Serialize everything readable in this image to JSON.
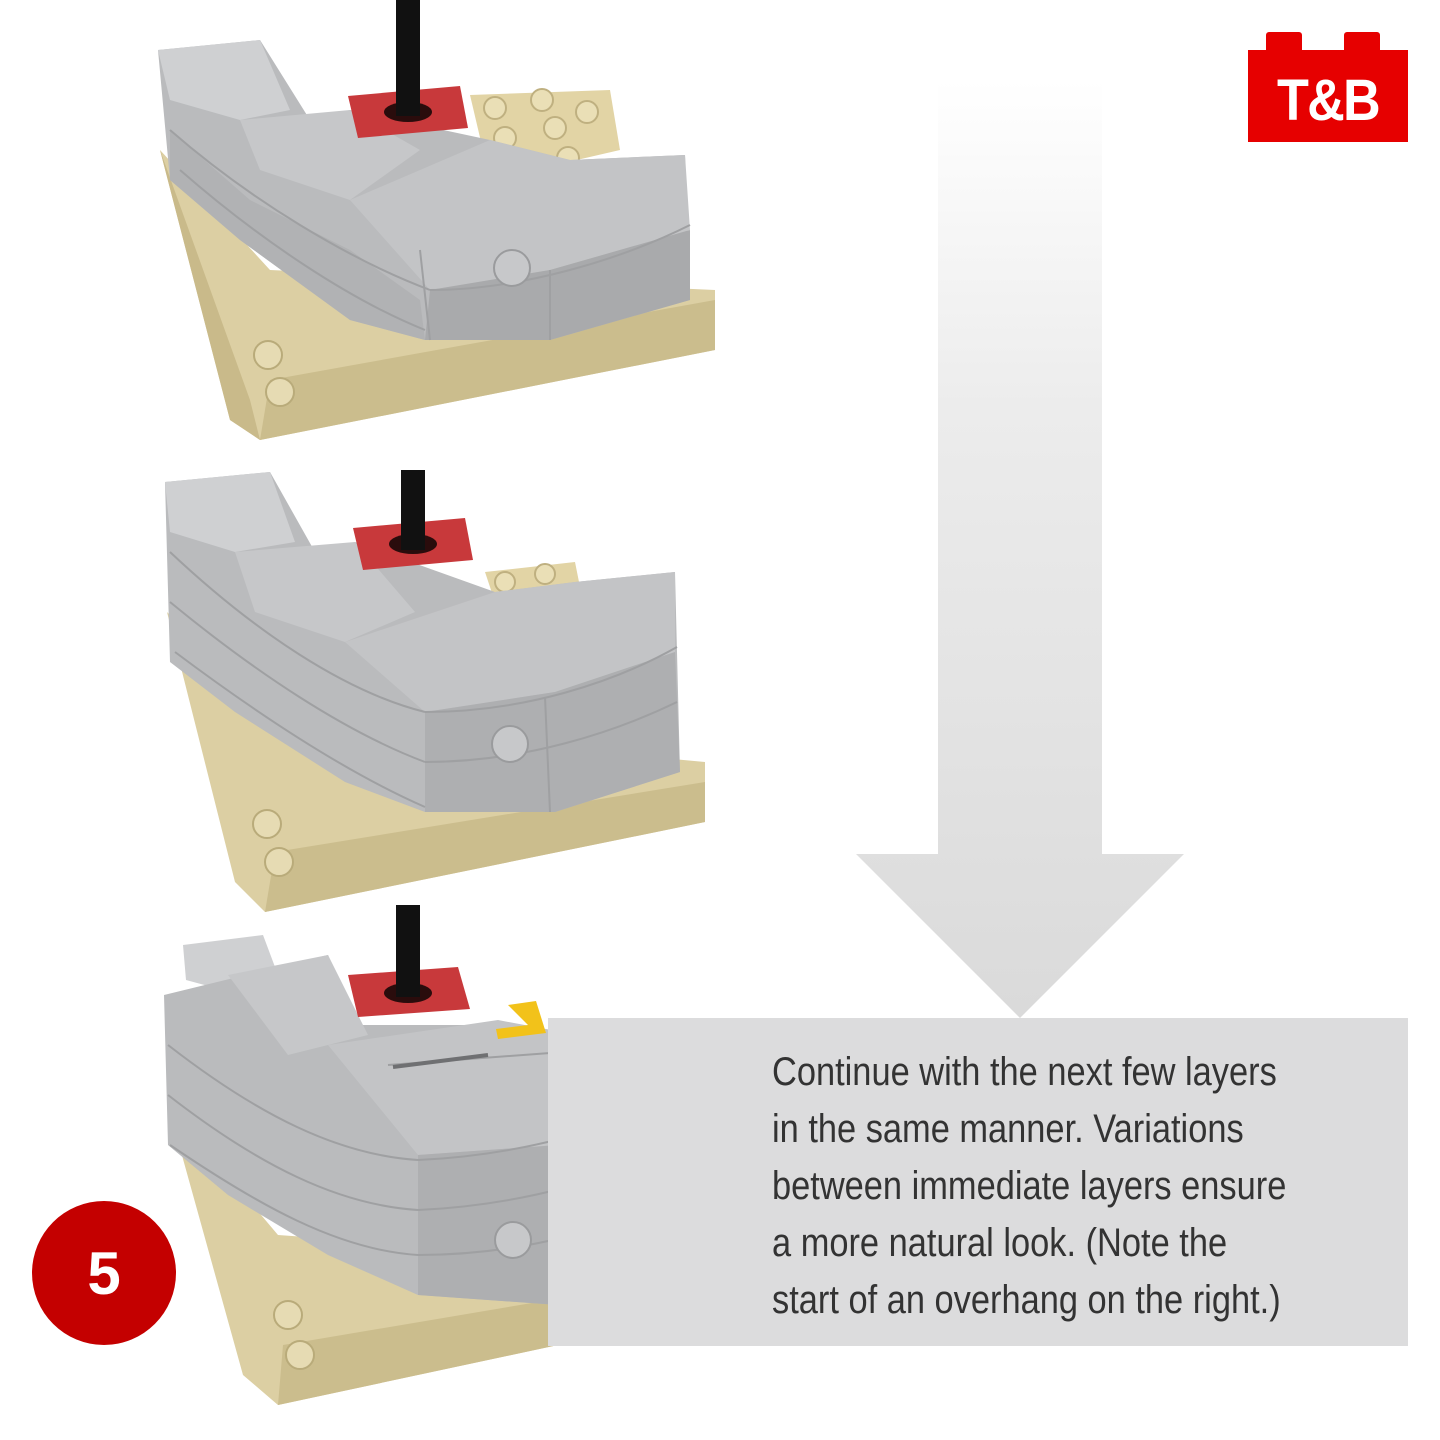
{
  "logo": {
    "text": "T&B"
  },
  "step": {
    "number": "5"
  },
  "instruction": {
    "text": "Continue with the next few layers\nin the same manner. Variations\nbetween immediate layers ensure\na more natural look. (Note the\nstart of an overhang on the right.)"
  },
  "colors": {
    "brand_red": "#e60000",
    "badge_red": "#c40000",
    "panel_gray": "#dcdcdd",
    "brick_gray": "#b9babc",
    "base_tan": "#dccfa3",
    "plate_red": "#c8393b",
    "highlight_yellow": "#f2c21a",
    "pole_black": "#111111"
  },
  "models": [
    {
      "id": "layer-stage-1",
      "icon": "lego-cliff-model-icon"
    },
    {
      "id": "layer-stage-2",
      "icon": "lego-cliff-model-icon"
    },
    {
      "id": "layer-stage-3",
      "icon": "lego-cliff-model-icon"
    }
  ]
}
